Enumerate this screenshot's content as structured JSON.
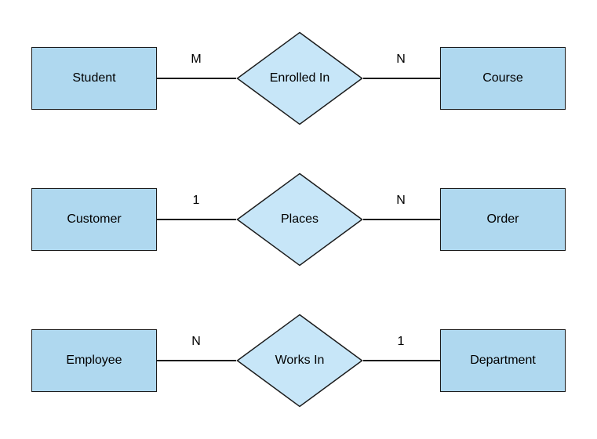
{
  "diagram": {
    "type": "entity-relationship",
    "colors": {
      "entity_fill": "#afd8ef",
      "relationship_fill": "#c7e6f8",
      "stroke": "#1b1b1b",
      "text": "#000000",
      "background": "#ffffff"
    },
    "rows": [
      {
        "left_entity": "Student",
        "left_cardinality": "M",
        "relationship": "Enrolled In",
        "right_cardinality": "N",
        "right_entity": "Course"
      },
      {
        "left_entity": "Customer",
        "left_cardinality": "1",
        "relationship": "Places",
        "right_cardinality": "N",
        "right_entity": "Order"
      },
      {
        "left_entity": "Employee",
        "left_cardinality": "N",
        "relationship": "Works In",
        "right_cardinality": "1",
        "right_entity": "Department"
      }
    ]
  }
}
